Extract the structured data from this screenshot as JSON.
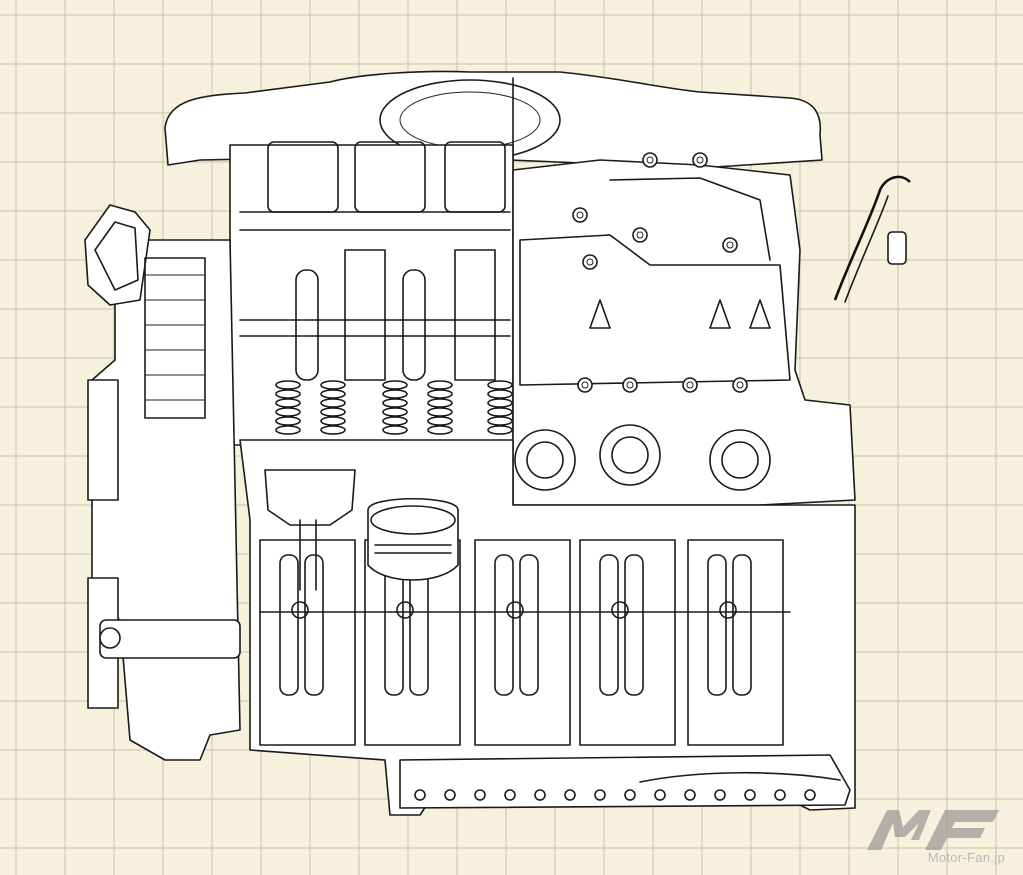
{
  "image": {
    "subject": "engine-cutaway-line-drawing",
    "background_color": "#f6f1dc",
    "grid_color": "#c7c3ad",
    "line_color": "#1a1a1a"
  },
  "watermark": {
    "text": "Motor-Fan.jp",
    "logo_letters": "MF",
    "logo_color": "#9a9a9a"
  }
}
